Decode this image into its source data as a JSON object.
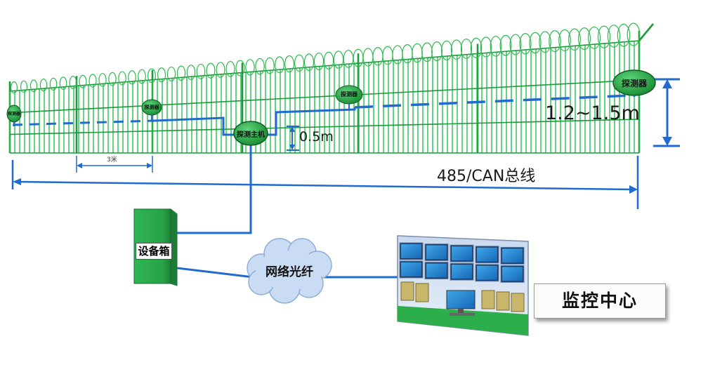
{
  "diagram": {
    "nodes": {
      "detector_label": "探测器",
      "host_label": "探测主机",
      "equipment_box": "设备箱",
      "network": "网络光纤",
      "monitor_center": "监控中心"
    },
    "dimensions": {
      "height_range": "1.2~1.5m",
      "offset": "0.5m",
      "spacing": "3米",
      "bus": "485/CAN总线"
    },
    "colors": {
      "fence": "#2bbb4f",
      "fence_dark": "#1c9a3c",
      "cable": "#1f6bd0",
      "pod": "#21a33e",
      "cabinet": "#2aa646",
      "cloud": "#c9dcf3"
    }
  }
}
